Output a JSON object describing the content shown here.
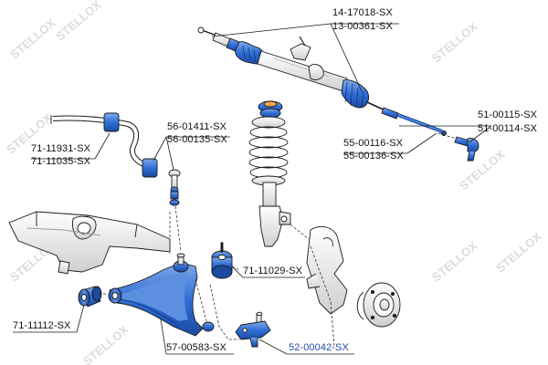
{
  "colors": {
    "part_fill": "#2f6fd6",
    "part_dark": "#1c4aa0",
    "part_light": "#7fa8e8",
    "spring_fill": "#f1f1f1",
    "outline": "#1a1a1a",
    "link_text": "#1f4fa6",
    "watermark": "#d9d9d9"
  },
  "watermark_text": "STELLOX",
  "labels": {
    "steering_rack_1": "14-17018-SX",
    "steering_rack_2": "13-00361-SX",
    "tie_rod_end_1": "51-00115-SX",
    "tie_rod_end_2": "51-00114-SX",
    "stabilizer_link_1": "56-01411-SX",
    "stabilizer_link_2": "56-00135-SX",
    "stabilizer_bush_1": "71-11931-SX",
    "stabilizer_bush_2": "71-11035-SX",
    "inner_tie_rod_1": "55-00116-SX",
    "inner_tie_rod_2": "55-00136-SX",
    "rear_arm_bush": "71-11029-SX",
    "front_arm_bush": "71-11112-SX",
    "control_arm": "57-00583-SX",
    "ball_joint": "52-00042-SX"
  }
}
